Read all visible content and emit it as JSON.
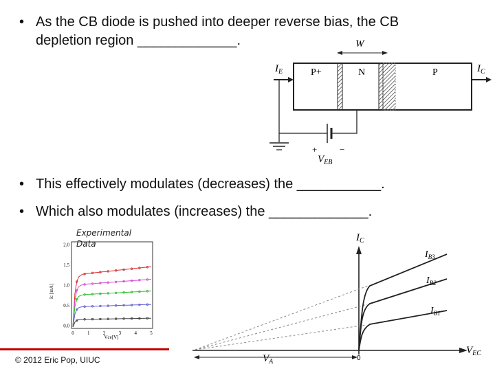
{
  "bullets": {
    "symbol": "•",
    "b1_line1": "As the CB diode is pushed into deeper reverse bias, the CB",
    "b1_line2": "depletion region _____________.",
    "b2": "This effectively modulates (decreases) the ___________.",
    "b3": "Which also modulates (increases) the _____________."
  },
  "diagram": {
    "width_label": "W",
    "ie_main": "I",
    "ie_sub": "E",
    "ic_main": "I",
    "ic_sub": "C",
    "region_p_plus": "P+",
    "region_n": "N",
    "region_p": "P",
    "plus_sign": "+",
    "minus_sign": "−",
    "veb_main": "V",
    "veb_sub": "EB"
  },
  "experimental": {
    "label_line1": "Experimental",
    "label_line2": "Data",
    "y_axis_label": "Ic [mA]",
    "x_axis_label": "Vce[V]",
    "y_ticks": [
      "2.0",
      "1.5",
      "1.0",
      "0.5",
      "0.0"
    ],
    "x_ticks": [
      "0",
      "1",
      "2",
      "3",
      "4",
      "5"
    ],
    "series_colors": [
      "#d83030",
      "#d64ad6",
      "#2fbf2f",
      "#6060d0",
      "#404040"
    ]
  },
  "ic_plot": {
    "y_label_main": "I",
    "y_label_sub": "C",
    "x_label_main": "V",
    "x_label_sub": "EC",
    "va_main": "V",
    "va_sub": "A",
    "origin": "0",
    "curve_labels": [
      {
        "main": "I",
        "sub": "B3"
      },
      {
        "main": "I",
        "sub": "B2"
      },
      {
        "main": "I",
        "sub": "B1"
      }
    ]
  },
  "footer": {
    "copyright": "© 2012 Eric Pop, UIUC",
    "rule_color": "#c00000"
  }
}
